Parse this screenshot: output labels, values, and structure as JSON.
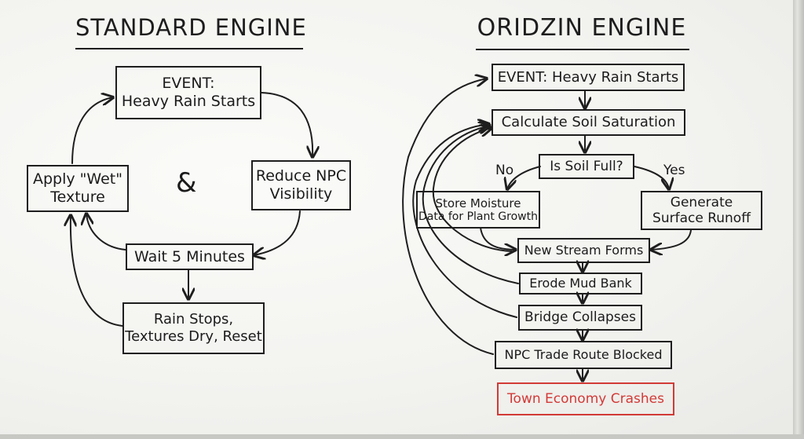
{
  "left": {
    "title": "STANDARD ENGINE",
    "ampersand": "&",
    "nodes": {
      "event_line1": "EVENT:",
      "event_line2": "Heavy Rain Starts",
      "reduce_line1": "Reduce NPC",
      "reduce_line2": "Visibility",
      "wait": "Wait 5 Minutes",
      "apply_line1": "Apply \"Wet\"",
      "apply_line2": "Texture",
      "rain_line1": "Rain Stops,",
      "rain_line2": "Textures Dry, Reset"
    }
  },
  "right": {
    "title": "ORIDZIN ENGINE",
    "nodes": {
      "event": "EVENT: Heavy Rain Starts",
      "soil": "Calculate Soil Saturation",
      "decision": "Is Soil Full?",
      "store_line1": "Store Moisture",
      "store_line2": "Data for Plant Growth",
      "runoff_line1": "Generate",
      "runoff_line2": "Surface Runoff",
      "stream": "New Stream Forms",
      "erode": "Erode Mud Bank",
      "bridge": "Bridge Collapses",
      "trade": "NPC Trade Route Blocked",
      "economy": "Town Economy Crashes"
    },
    "branch_labels": {
      "no": "No",
      "yes": "Yes"
    }
  },
  "colors": {
    "ink": "#1e1e1e",
    "alert": "#d23a36",
    "board": "#f6f6f4"
  }
}
